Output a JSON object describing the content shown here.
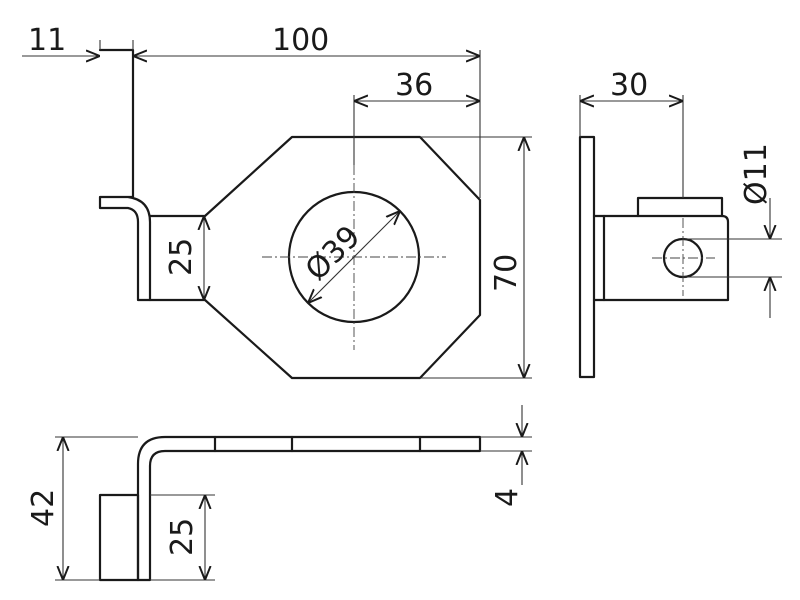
{
  "dimensions": {
    "flange_thickness": "11",
    "overall_length": "100",
    "hole_offset": "36",
    "hole_diameter": "Ø39",
    "neck_width": "25",
    "plate_height": "70",
    "side_offset": "30",
    "small_hole_diameter": "Ø11",
    "total_height": "42",
    "lower_tab_height": "25",
    "plate_thickness": "4"
  }
}
